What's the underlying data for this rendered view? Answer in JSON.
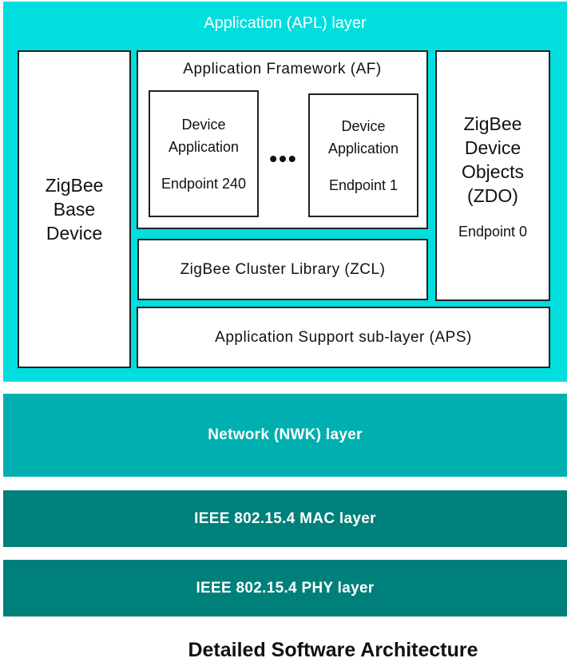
{
  "apl": {
    "title": "Application (APL) layer"
  },
  "zbd": {
    "lines": [
      "ZigBee",
      "Base",
      "Device"
    ]
  },
  "af": {
    "title": "Application Framework (AF)"
  },
  "device_apps": [
    {
      "line1": "Device",
      "line2": "Application",
      "endpoint": "Endpoint 240"
    },
    {
      "line1": "Device",
      "line2": "Application",
      "endpoint": "Endpoint 1"
    }
  ],
  "ellipsis": "•••",
  "zdo": {
    "lines": [
      "ZigBee",
      "Device",
      "Objects",
      "(ZDO)"
    ],
    "endpoint": "Endpoint 0"
  },
  "zcl": {
    "label": "ZigBee Cluster Library (ZCL)"
  },
  "aps": {
    "label": "Application Support sub-layer (APS)"
  },
  "nwk": {
    "label": "Network (NWK) layer"
  },
  "mac": {
    "label": "IEEE 802.15.4 MAC layer"
  },
  "phy": {
    "label": "IEEE 802.15.4 PHY layer"
  },
  "caption": "Detailed Software Architecture",
  "colors": {
    "apl": "#00dede",
    "nwk": "#00b0b0",
    "mac_phy": "#00807a"
  }
}
